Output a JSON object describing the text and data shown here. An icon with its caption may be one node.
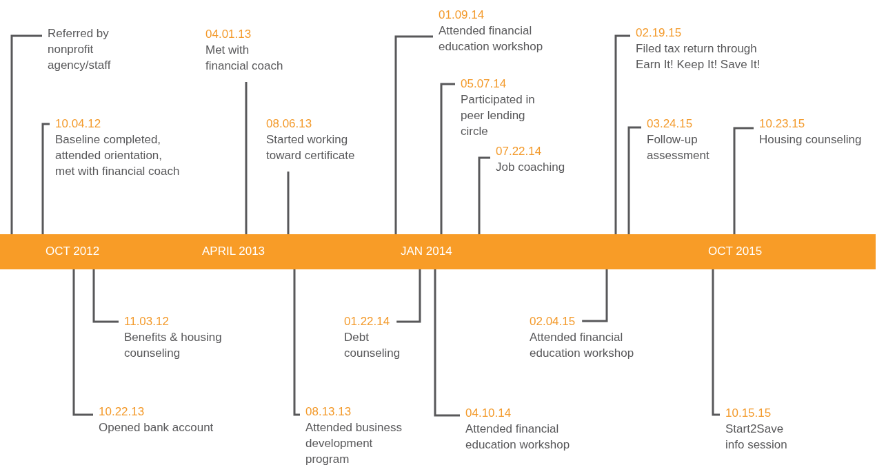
{
  "diagram": {
    "nodes": [
      {
        "text": [
          "OCT 2012",
          "APRIL 2013",
          "JAN 2014",
          "OCT 2015"
        ]
      },
      {
        "text": [
          "Referred by nonprofit agency/staff"
        ]
      },
      {
        "text": [
          "10.04.12",
          "Baseline completed, attended orientation, met with financial coach"
        ]
      },
      {
        "text": [
          "04.01.13",
          "Met with financial coach"
        ]
      },
      {
        "text": [
          "08.06.13",
          "Started working toward certificate"
        ]
      },
      {
        "text": [
          "01.09.14",
          "Attended financial education workshop"
        ]
      },
      {
        "text": [
          "05.07.14",
          "Participated in peer lending circle"
        ]
      },
      {
        "text": [
          "07.22.14",
          "Job coaching"
        ]
      },
      {
        "text": [
          "02.19.15",
          "Filed tax return through Earn It! Keep It! Save It!"
        ]
      },
      {
        "text": [
          "03.24.15",
          "Follow-up assessment"
        ]
      },
      {
        "text": [
          "10.23.15",
          "Housing counseling"
        ]
      },
      {
        "text": [
          "11.03.12",
          "Benefits & housing counseling"
        ]
      },
      {
        "text": [
          "10.22.13",
          "Opened bank account"
        ]
      },
      {
        "text": [
          "08.13.13",
          "Attended business development program"
        ]
      },
      {
        "text": [
          "01.22.14",
          "Debt counseling"
        ]
      },
      {
        "text": [
          "04.10.14",
          "Attended financial education workshop"
        ]
      },
      {
        "text": [
          "02.04.15",
          "Attended financial education workshop"
        ]
      },
      {
        "text": [
          "10.15.15",
          "Start2Save info session"
        ]
      }
    ],
    "edges": [
      {
        "from": 1,
        "to": 0,
        "arrow": "none"
      },
      {
        "from": 2,
        "to": 0,
        "arrow": "none"
      },
      {
        "from": 3,
        "to": 0,
        "arrow": "none"
      },
      {
        "from": 4,
        "to": 0,
        "arrow": "none"
      },
      {
        "from": 5,
        "to": 0,
        "arrow": "none"
      },
      {
        "from": 6,
        "to": 0,
        "arrow": "none"
      },
      {
        "from": 7,
        "to": 0,
        "arrow": "none"
      },
      {
        "from": 8,
        "to": 0,
        "arrow": "none"
      },
      {
        "from": 9,
        "to": 0,
        "arrow": "none"
      },
      {
        "from": 10,
        "to": 0,
        "arrow": "none"
      },
      {
        "from": 11,
        "to": 0,
        "arrow": "none"
      },
      {
        "from": 12,
        "to": 0,
        "arrow": "none"
      },
      {
        "from": 13,
        "to": 0,
        "arrow": "none"
      },
      {
        "from": 14,
        "to": 0,
        "arrow": "none"
      },
      {
        "from": 15,
        "to": 0,
        "arrow": "none"
      },
      {
        "from": 16,
        "to": 0,
        "arrow": "none"
      },
      {
        "from": 17,
        "to": 0,
        "arrow": "none"
      }
    ]
  }
}
